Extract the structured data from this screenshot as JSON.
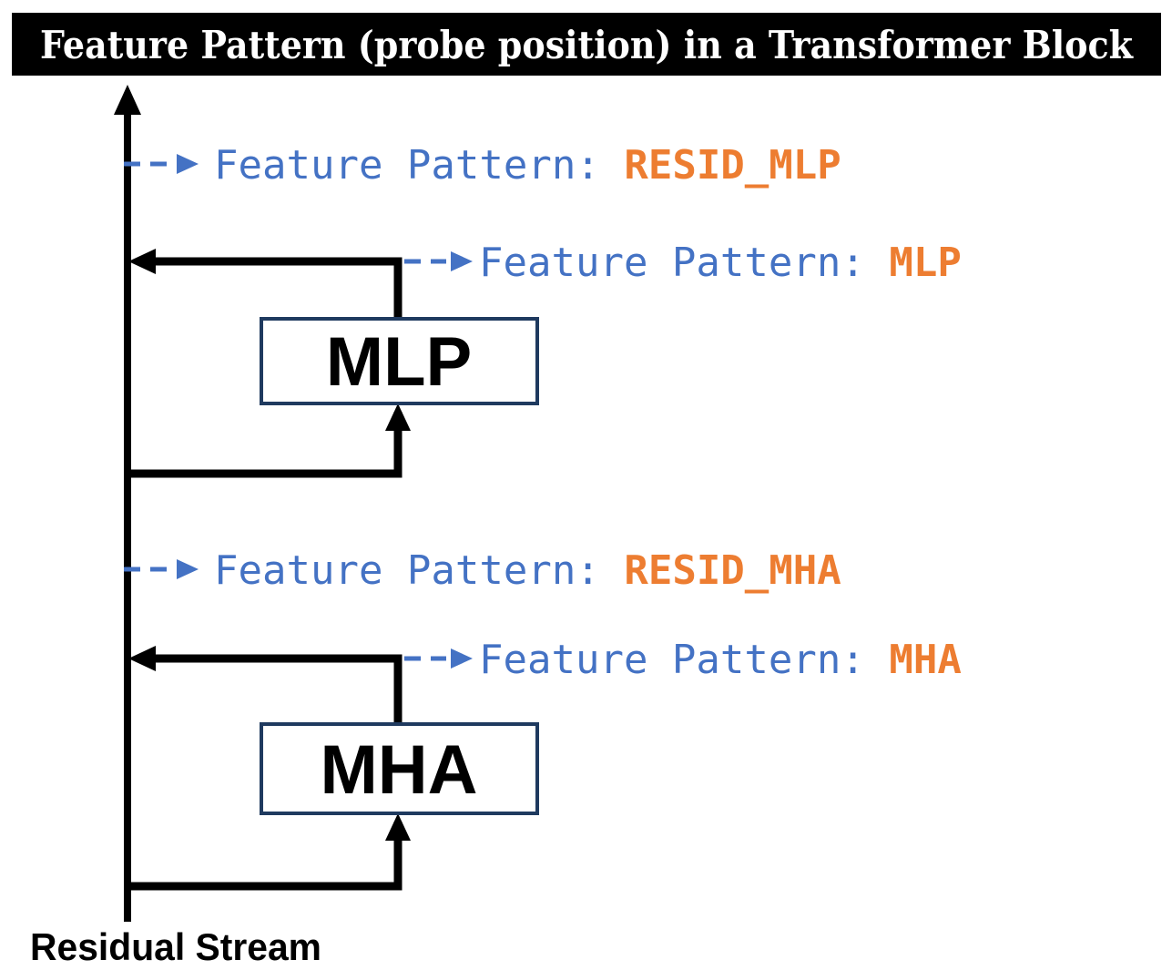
{
  "title": {
    "text": "Feature Pattern (probe position) in a Transformer Block"
  },
  "colors": {
    "title_bg": "#000000",
    "title_fg": "#FFFFFF",
    "probe_label_blue": "#4472C4",
    "probe_value_orange": "#ED7D31",
    "block_border_navy": "#1F3A5F",
    "flow_black": "#000000",
    "background": "#FFFFFF"
  },
  "diagram": {
    "stream_label": "Residual Stream",
    "blocks": {
      "mlp": {
        "label": "MLP"
      },
      "mha": {
        "label": "MHA"
      }
    },
    "probes": {
      "resid_mlp": {
        "prefix": "Feature Pattern: ",
        "value": "RESID_MLP"
      },
      "mlp": {
        "prefix": "Feature Pattern: ",
        "value": "MLP"
      },
      "resid_mha": {
        "prefix": "Feature Pattern: ",
        "value": "RESID_MHA"
      },
      "mha": {
        "prefix": "Feature Pattern: ",
        "value": "MHA"
      }
    }
  }
}
